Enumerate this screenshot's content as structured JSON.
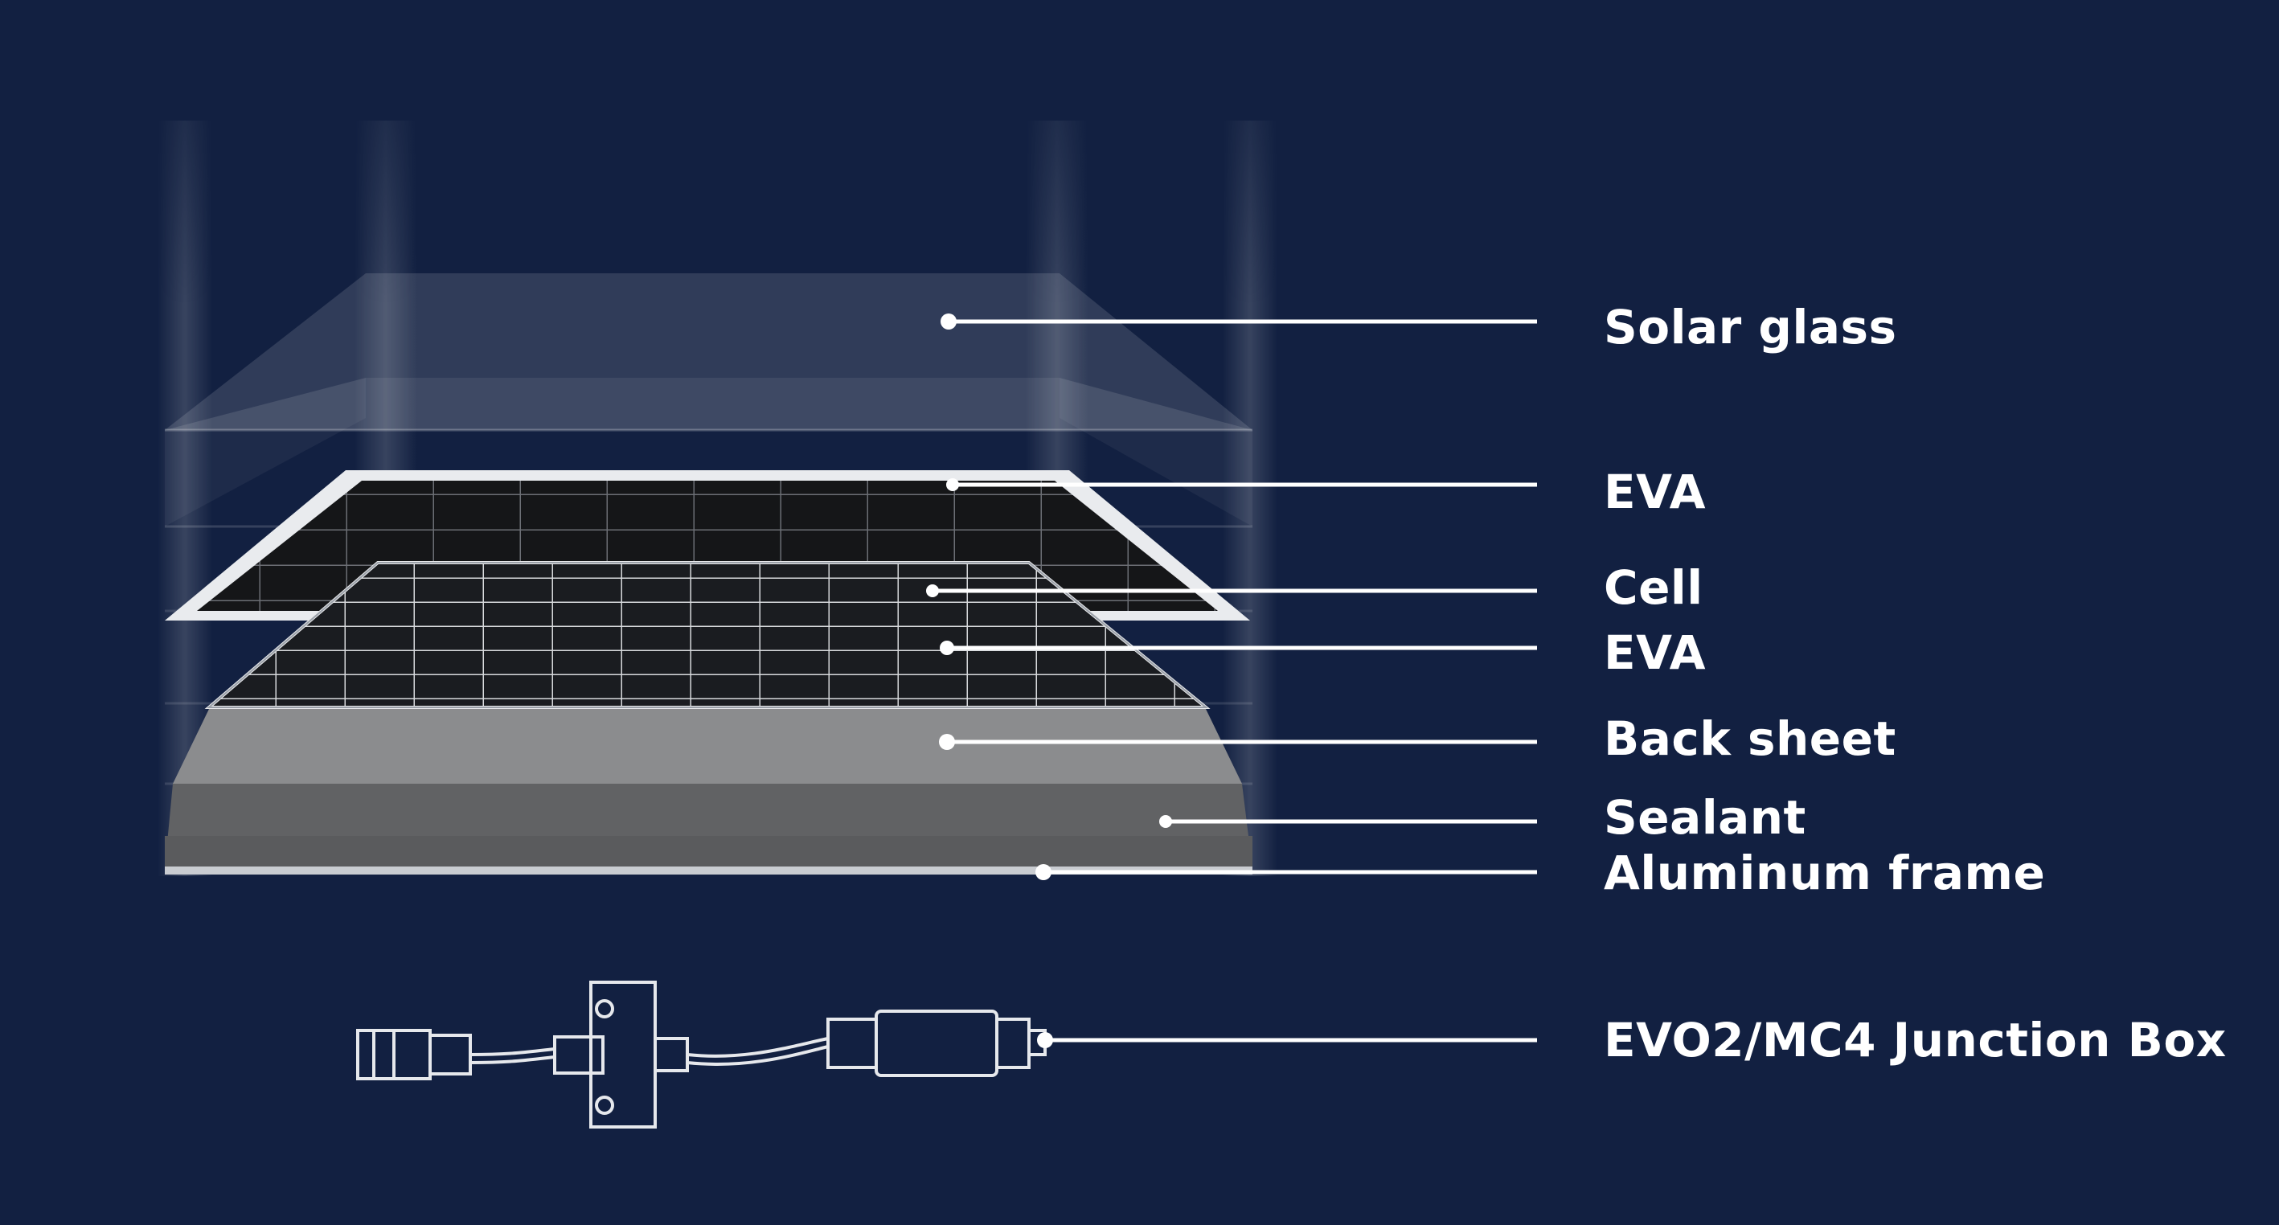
{
  "colors": {
    "background": "#122041",
    "leader_line": "#ffffff",
    "label_text": "#ffffff"
  },
  "layers": [
    {
      "id": "solar-glass",
      "label": "Solar glass"
    },
    {
      "id": "eva-top",
      "label": "EVA"
    },
    {
      "id": "cell",
      "label": "Cell"
    },
    {
      "id": "eva-bottom",
      "label": "EVA"
    },
    {
      "id": "back-sheet",
      "label": "Back sheet"
    },
    {
      "id": "sealant",
      "label": "Sealant"
    },
    {
      "id": "aluminum-frame",
      "label": "Aluminum frame"
    }
  ],
  "junction_box": {
    "label": "EVO2/MC4 Junction Box"
  }
}
